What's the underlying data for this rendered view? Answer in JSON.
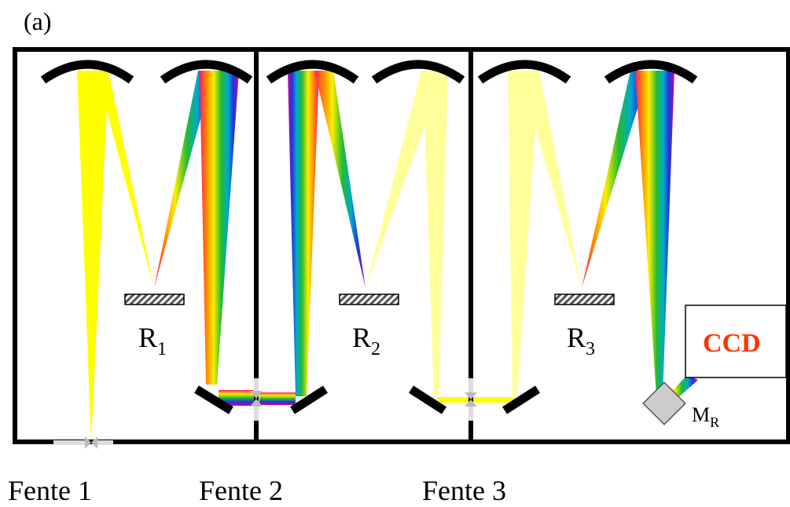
{
  "panel_label": "(a)",
  "gratings": [
    {
      "letter": "R",
      "subscript": "1"
    },
    {
      "letter": "R",
      "subscript": "2"
    },
    {
      "letter": "R",
      "subscript": "3"
    }
  ],
  "detector": {
    "label": "CCD",
    "color": "#ff3300"
  },
  "mirror": {
    "letter": "M",
    "subscript": "R"
  },
  "slits": [
    "Fente 1",
    "Fente 2",
    "Fente 3"
  ],
  "colors": {
    "frame": "#000000",
    "beam_yellow": "#ffff00",
    "beam_pale_yellow": "#ffff99",
    "grating_fill": "#666666",
    "mirror_fill": "#cccccc",
    "slit_marker": "#dddddd"
  }
}
